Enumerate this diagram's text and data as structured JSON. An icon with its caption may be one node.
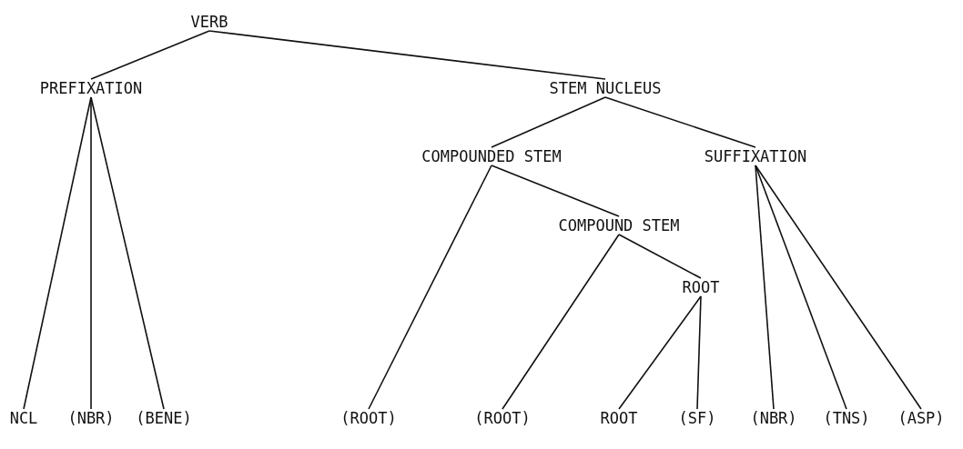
{
  "diagram": {
    "nodes": [
      {
        "text": [
          "VERB"
        ]
      },
      {
        "text": [
          "PREFIXATION"
        ]
      },
      {
        "text": [
          "STEM NUCLEUS"
        ]
      },
      {
        "text": [
          "COMPOUNDED STEM"
        ]
      },
      {
        "text": [
          "SUFFIXATION"
        ]
      },
      {
        "text": [
          "COMPOUND STEM"
        ]
      },
      {
        "text": [
          "ROOT"
        ]
      },
      {
        "text": [
          "NCL"
        ]
      },
      {
        "text": [
          "(NBR)"
        ]
      },
      {
        "text": [
          "(BENE)"
        ]
      },
      {
        "text": [
          "(ROOT)"
        ]
      },
      {
        "text": [
          "(ROOT)"
        ]
      },
      {
        "text": [
          "ROOT"
        ]
      },
      {
        "text": [
          "(SF)"
        ]
      },
      {
        "text": [
          "(NBR)"
        ]
      },
      {
        "text": [
          "(TNS)"
        ]
      },
      {
        "text": [
          "(ASP)"
        ]
      }
    ],
    "edges": [
      {
        "from": 0,
        "to": 1,
        "arrow": "none"
      },
      {
        "from": 0,
        "to": 2,
        "arrow": "none"
      },
      {
        "from": 1,
        "to": 7,
        "arrow": "none"
      },
      {
        "from": 1,
        "to": 8,
        "arrow": "none"
      },
      {
        "from": 1,
        "to": 9,
        "arrow": "none"
      },
      {
        "from": 2,
        "to": 3,
        "arrow": "none"
      },
      {
        "from": 2,
        "to": 4,
        "arrow": "none"
      },
      {
        "from": 3,
        "to": 10,
        "arrow": "none"
      },
      {
        "from": 3,
        "to": 5,
        "arrow": "none"
      },
      {
        "from": 5,
        "to": 11,
        "arrow": "none"
      },
      {
        "from": 5,
        "to": 6,
        "arrow": "none"
      },
      {
        "from": 6,
        "to": 12,
        "arrow": "none"
      },
      {
        "from": 6,
        "to": 13,
        "arrow": "none"
      },
      {
        "from": 4,
        "to": 14,
        "arrow": "none"
      },
      {
        "from": 4,
        "to": 15,
        "arrow": "none"
      },
      {
        "from": 4,
        "to": 16,
        "arrow": "none"
      }
    ]
  }
}
